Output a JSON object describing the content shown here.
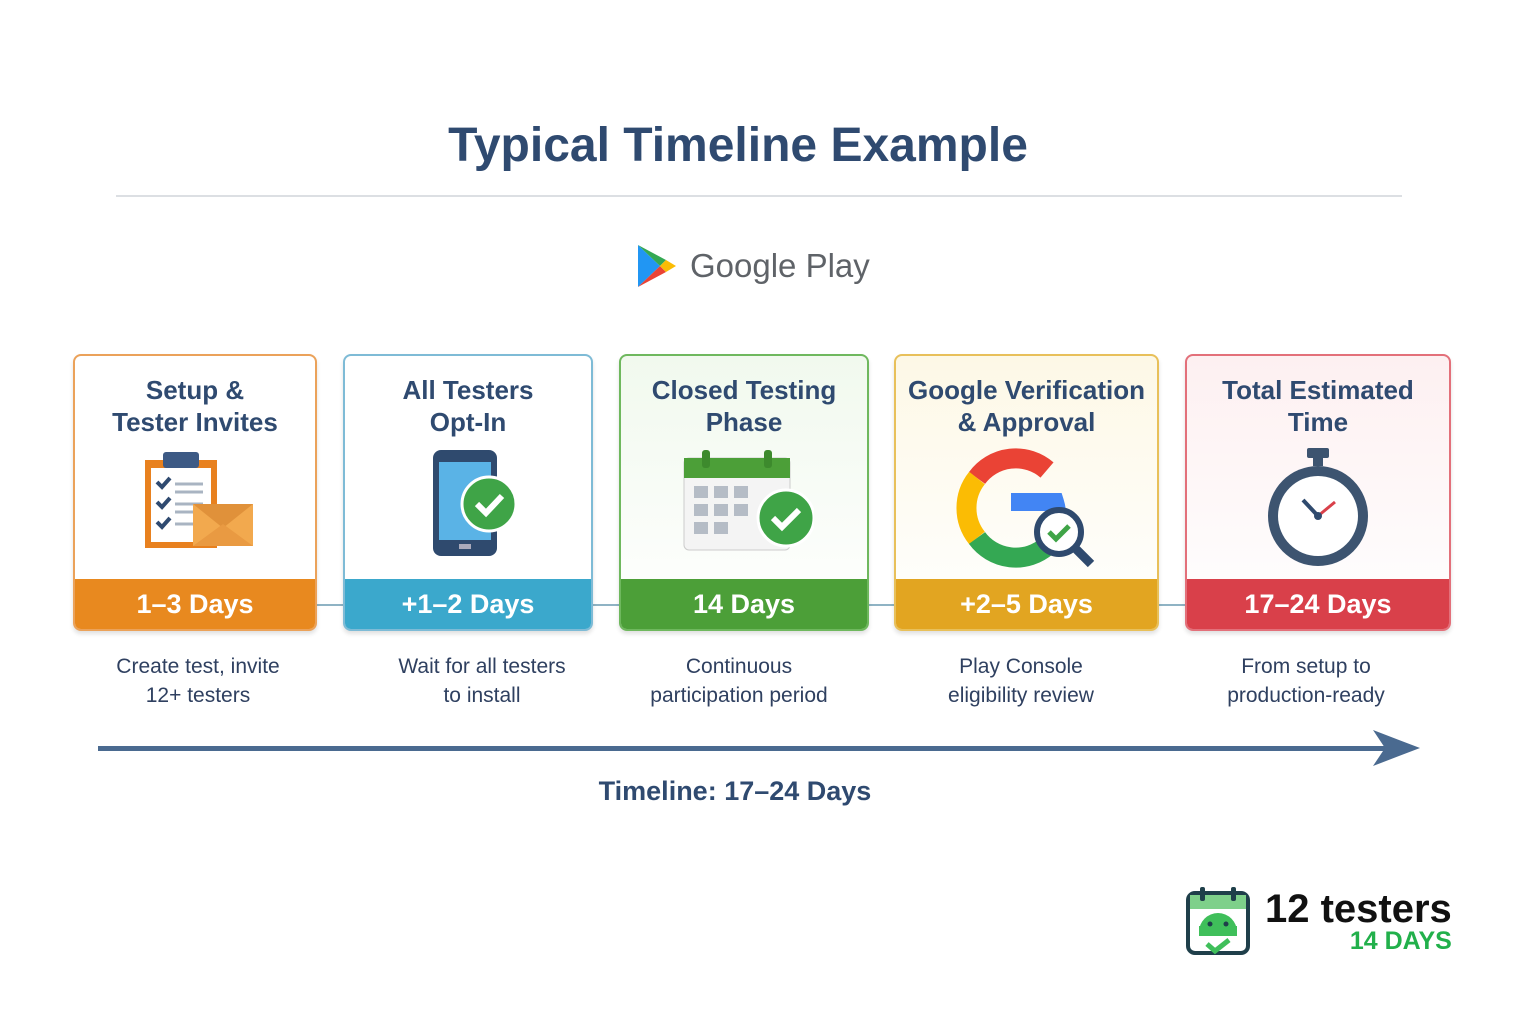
{
  "title": "Typical Timeline Example",
  "brand_logo": "Google Play",
  "stages": [
    {
      "title_line1": "Setup &",
      "title_line2": "Tester Invites",
      "duration": "1–3 Days",
      "desc_line1": "Create test, invite",
      "desc_line2": "12+ testers",
      "icon": "clipboard-envelope-icon",
      "color": "#E8891F"
    },
    {
      "title_line1": "All Testers",
      "title_line2": "Opt-In",
      "duration": "+1–2 Days",
      "desc_line1": "Wait for all testers",
      "desc_line2": "to install",
      "icon": "phone-check-icon",
      "color": "#3BA8CC"
    },
    {
      "title_line1": "Closed Testing",
      "title_line2": "Phase",
      "duration": "14 Days",
      "desc_line1": "Continuous",
      "desc_line2": "participation period",
      "icon": "calendar-check-icon",
      "color": "#4C9F38"
    },
    {
      "title_line1": "Google Verification",
      "title_line2": "& Approval",
      "duration": "+2–5 Days",
      "desc_line1": "Play Console",
      "desc_line2": "eligibility review",
      "icon": "google-magnifier-icon",
      "color": "#E2A521"
    },
    {
      "title_line1": "Total Estimated",
      "title_line2": "Time",
      "duration": "17–24 Days",
      "desc_line1": "From setup to",
      "desc_line2": "production-ready",
      "icon": "stopwatch-icon",
      "color": "#D9404A"
    }
  ],
  "timeline_label": "Timeline: 17–24 Days",
  "footer_brand": {
    "line1": "12 testers",
    "line2": "14 DAYS"
  }
}
